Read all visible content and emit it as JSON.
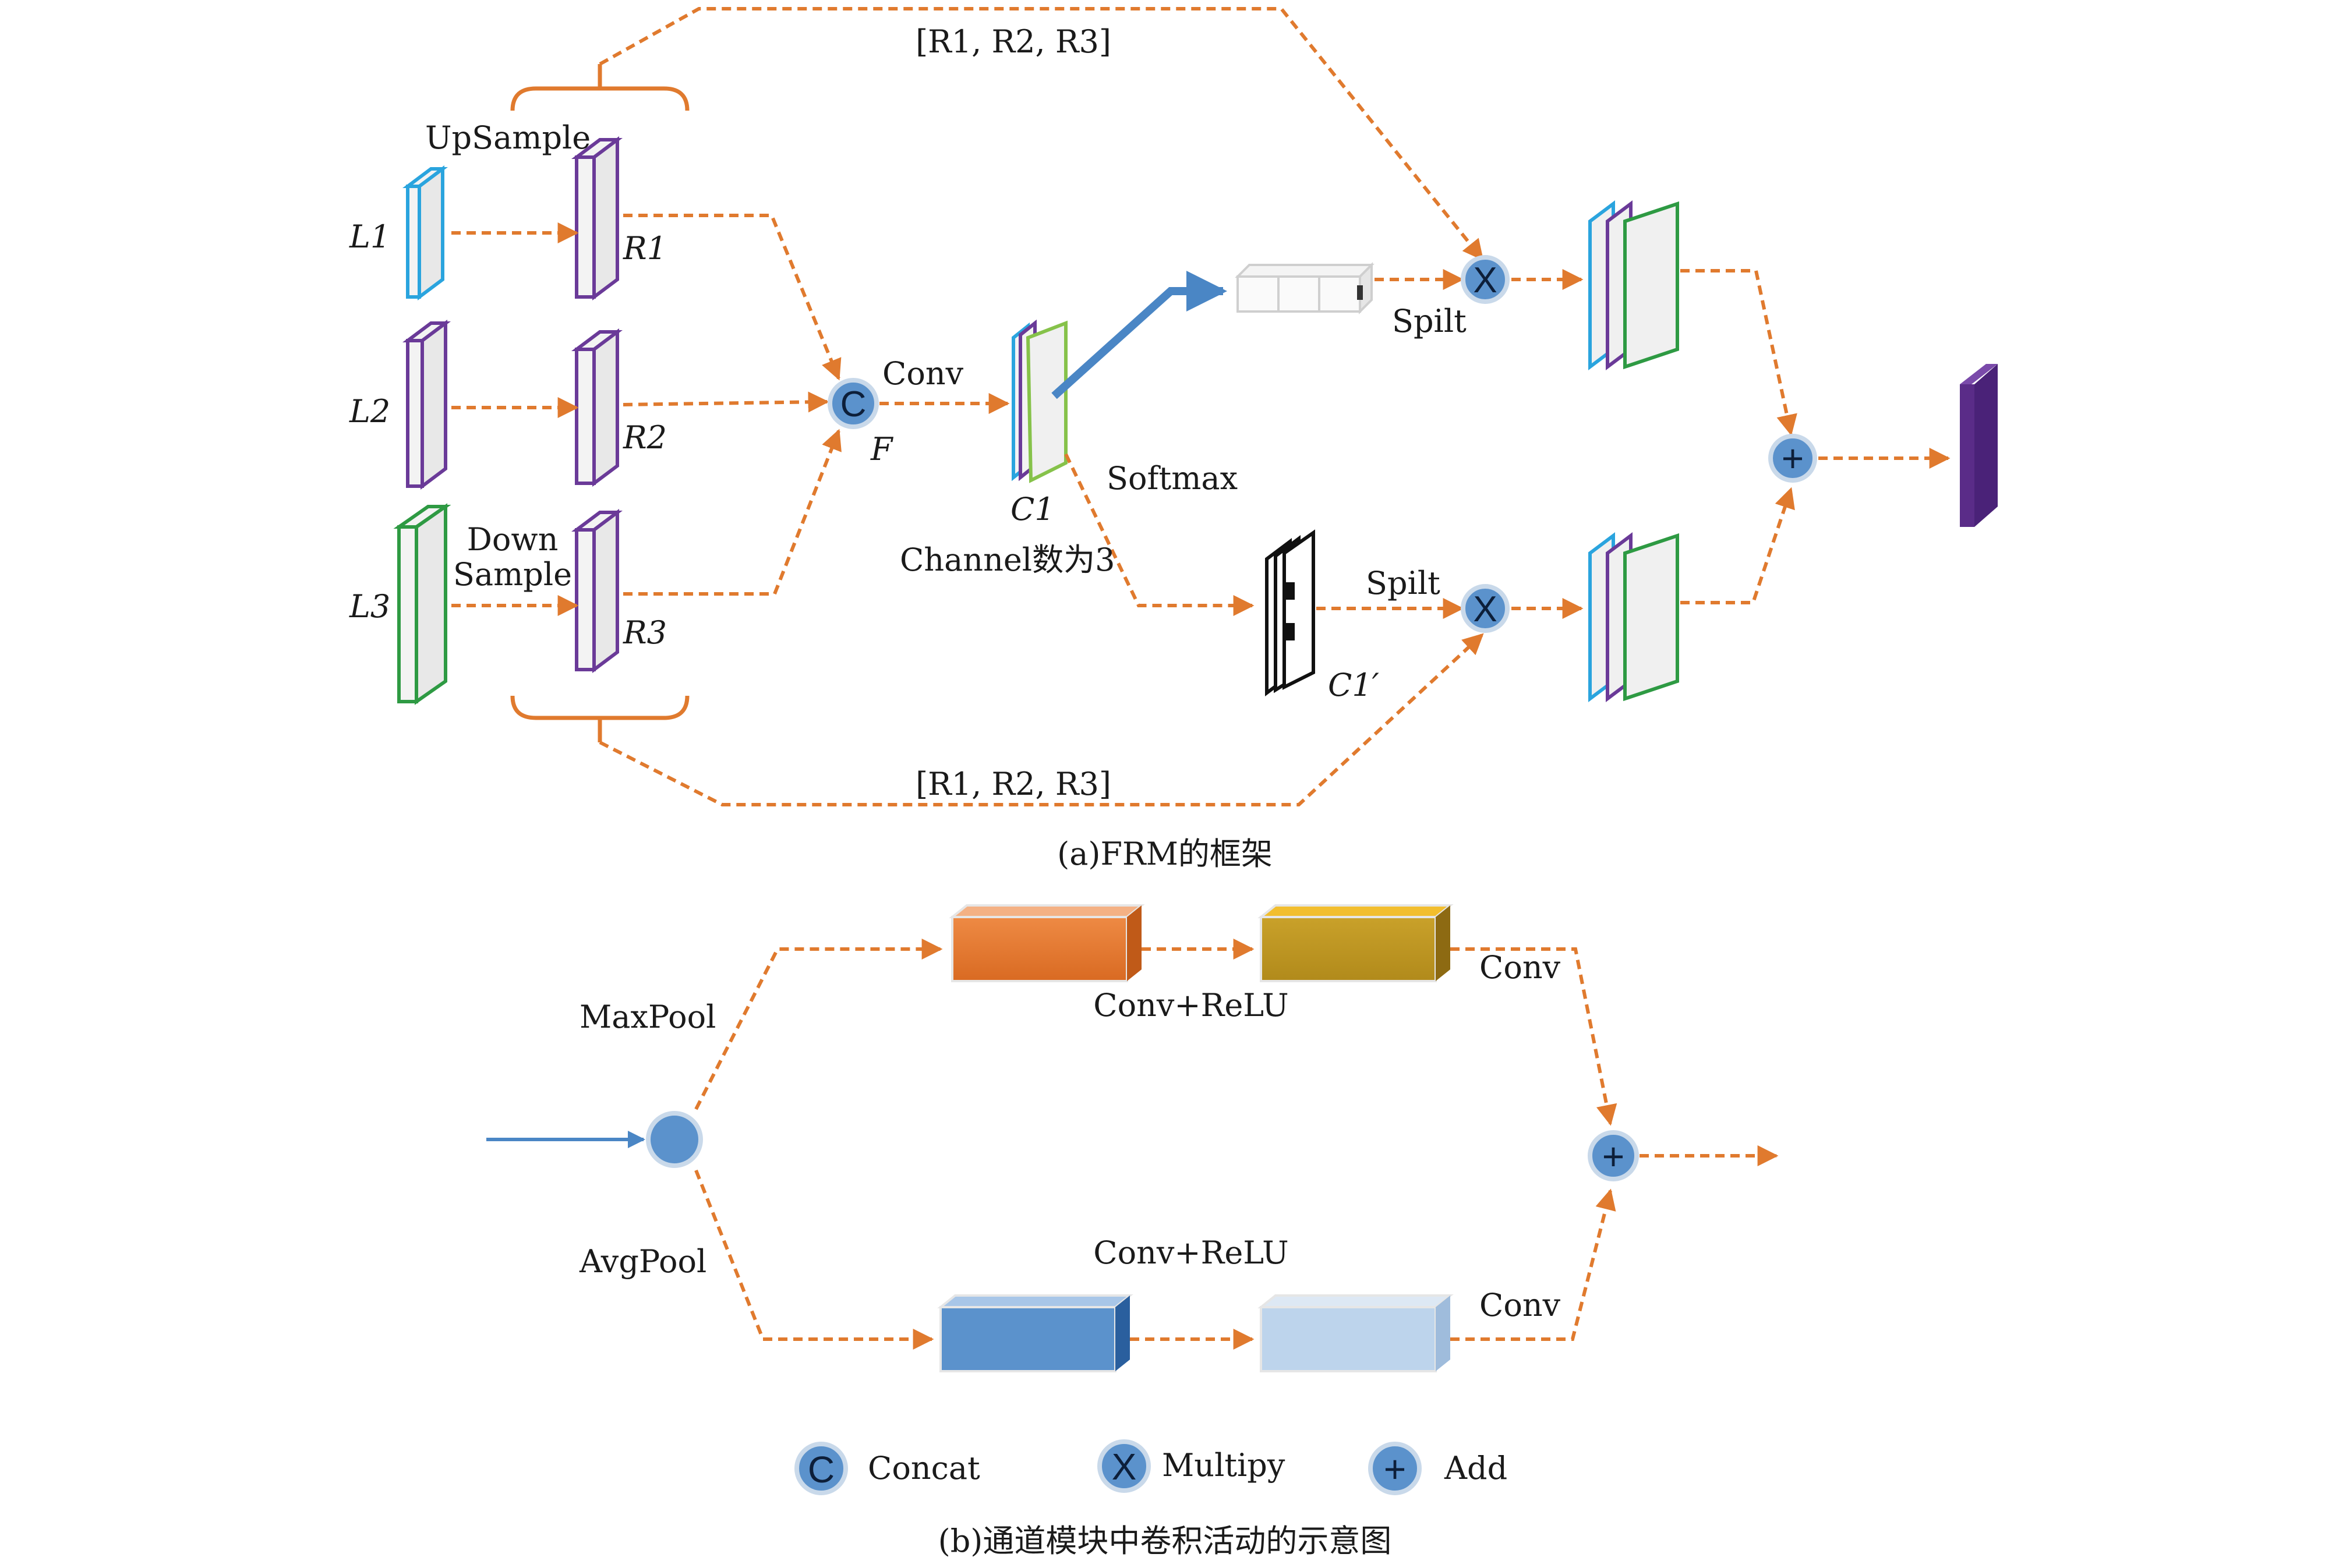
{
  "colors": {
    "arrow": "#e07a2e",
    "blue": "#2aa4de",
    "purple": "#6a3a98",
    "green": "#2e9a43",
    "lightgreen": "#86c24a",
    "op_circle": "#5b92cc",
    "thick_arrow": "#4a86c5",
    "output": "#5a2c88"
  },
  "frm": {
    "inputs": [
      "L1",
      "L2",
      "L3"
    ],
    "branches": [
      "R1",
      "R2",
      "R3"
    ],
    "upsample": "UpSample",
    "downsample_line1": "Down",
    "downsample_line2": "Sample",
    "concat_symbol": "C",
    "f_label": "F",
    "conv": "Conv",
    "c1": "C1",
    "channel_note": "Channel数为3",
    "softmax": "Softmax",
    "c1_prime": "C1′",
    "split_top": "Spilt",
    "split_bottom": "Spilt",
    "multiply_symbol": "X",
    "add_symbol": "+",
    "r_list_top": "[R1, R2, R3]",
    "r_list_bottom": "[R1, R2, R3]",
    "caption": "(a)FRM的框架"
  },
  "channel": {
    "maxpool": "MaxPool",
    "avgpool": "AvgPool",
    "conv_relu_top": "Conv+ReLU",
    "conv_relu_bottom": "Conv+ReLU",
    "conv_top": "Conv",
    "conv_bottom": "Conv",
    "add_symbol": "+",
    "caption": "(b)通道模块中卷积活动的示意图"
  },
  "legend": [
    {
      "symbol": "C",
      "label": "Concat"
    },
    {
      "symbol": "X",
      "label": "Multipy"
    },
    {
      "symbol": "+",
      "label": "Add"
    }
  ]
}
